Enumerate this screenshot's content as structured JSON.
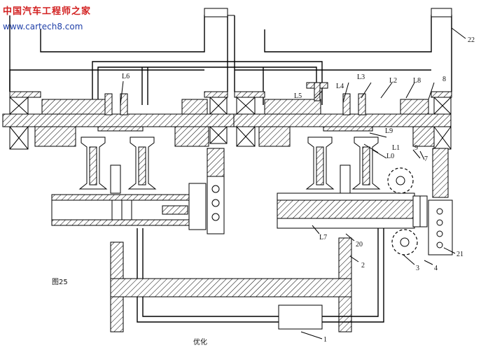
{
  "watermark": {
    "title": "中国汽车工程师之家",
    "url": "www.cartech8.com"
  },
  "figure": {
    "label": "图25",
    "caption": "优化"
  },
  "part_labels": [
    {
      "id": "1",
      "text": "1"
    },
    {
      "id": "2",
      "text": "2"
    },
    {
      "id": "3",
      "text": "3"
    },
    {
      "id": "4",
      "text": "4"
    },
    {
      "id": "7",
      "text": "7"
    },
    {
      "id": "8",
      "text": "8"
    },
    {
      "id": "9",
      "text": "9"
    },
    {
      "id": "L0",
      "text": "L0"
    },
    {
      "id": "L1",
      "text": "L1"
    },
    {
      "id": "L2",
      "text": "L2"
    },
    {
      "id": "L3",
      "text": "L3"
    },
    {
      "id": "L4",
      "text": "L4"
    },
    {
      "id": "L5",
      "text": "L5"
    },
    {
      "id": "L6",
      "text": "L6"
    },
    {
      "id": "L7",
      "text": "L7"
    },
    {
      "id": "L8",
      "text": "L8"
    },
    {
      "id": "L9",
      "text": "L9"
    },
    {
      "id": "20",
      "text": "20"
    },
    {
      "id": "21",
      "text": "21"
    },
    {
      "id": "22",
      "text": "22"
    }
  ]
}
